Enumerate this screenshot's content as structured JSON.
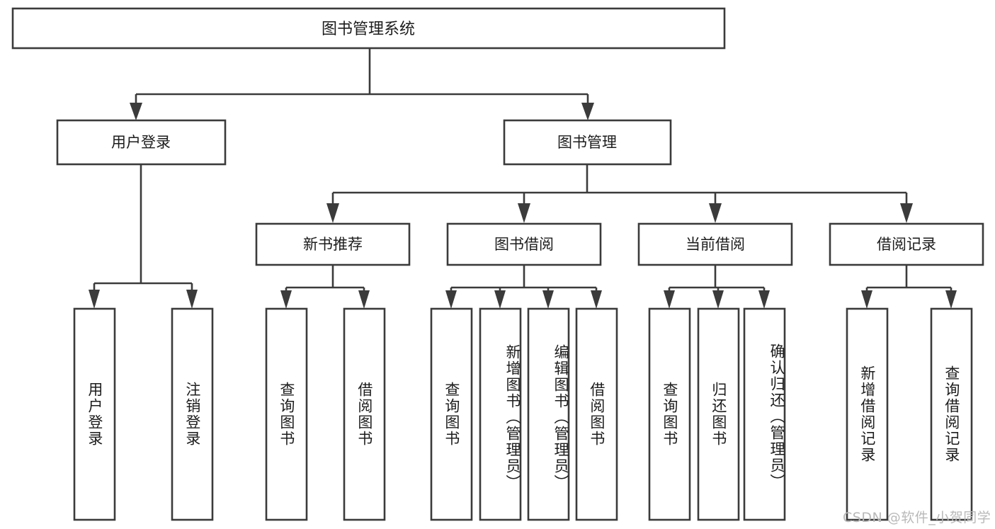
{
  "diagram": {
    "type": "tree-hierarchy",
    "title": "图书管理系统",
    "watermark": "CSDN @软件_小贺同学",
    "colors": {
      "box_stroke": "#3b3b3b",
      "box_fill": "#ffffff",
      "text": "#1c1c1c",
      "background": "#ffffff",
      "watermark": "#b9b9b9"
    },
    "levels": {
      "root": {
        "label": "图书管理系统"
      },
      "level2": [
        {
          "label": "用户登录"
        },
        {
          "label": "图书管理"
        }
      ],
      "level3": [
        {
          "label": "新书推荐"
        },
        {
          "label": "图书借阅"
        },
        {
          "label": "当前借阅"
        },
        {
          "label": "借阅记录"
        }
      ],
      "leaves": {
        "用户登录": [
          {
            "label": "用户登录"
          },
          {
            "label": "注销登录"
          }
        ],
        "新书推荐": [
          {
            "label": "查询图书"
          },
          {
            "label": "借阅图书"
          }
        ],
        "图书借阅": [
          {
            "label": "查询图书"
          },
          {
            "label": "新增图书（管理员）"
          },
          {
            "label": "编辑图书（管理员）"
          },
          {
            "label": "借阅图书"
          }
        ],
        "当前借阅": [
          {
            "label": "查询图书"
          },
          {
            "label": "归还图书"
          },
          {
            "label": "确认归还（管理员）"
          }
        ],
        "借阅记录": [
          {
            "label": "新增借阅记录"
          },
          {
            "label": "查询借阅记录"
          }
        ]
      }
    }
  }
}
